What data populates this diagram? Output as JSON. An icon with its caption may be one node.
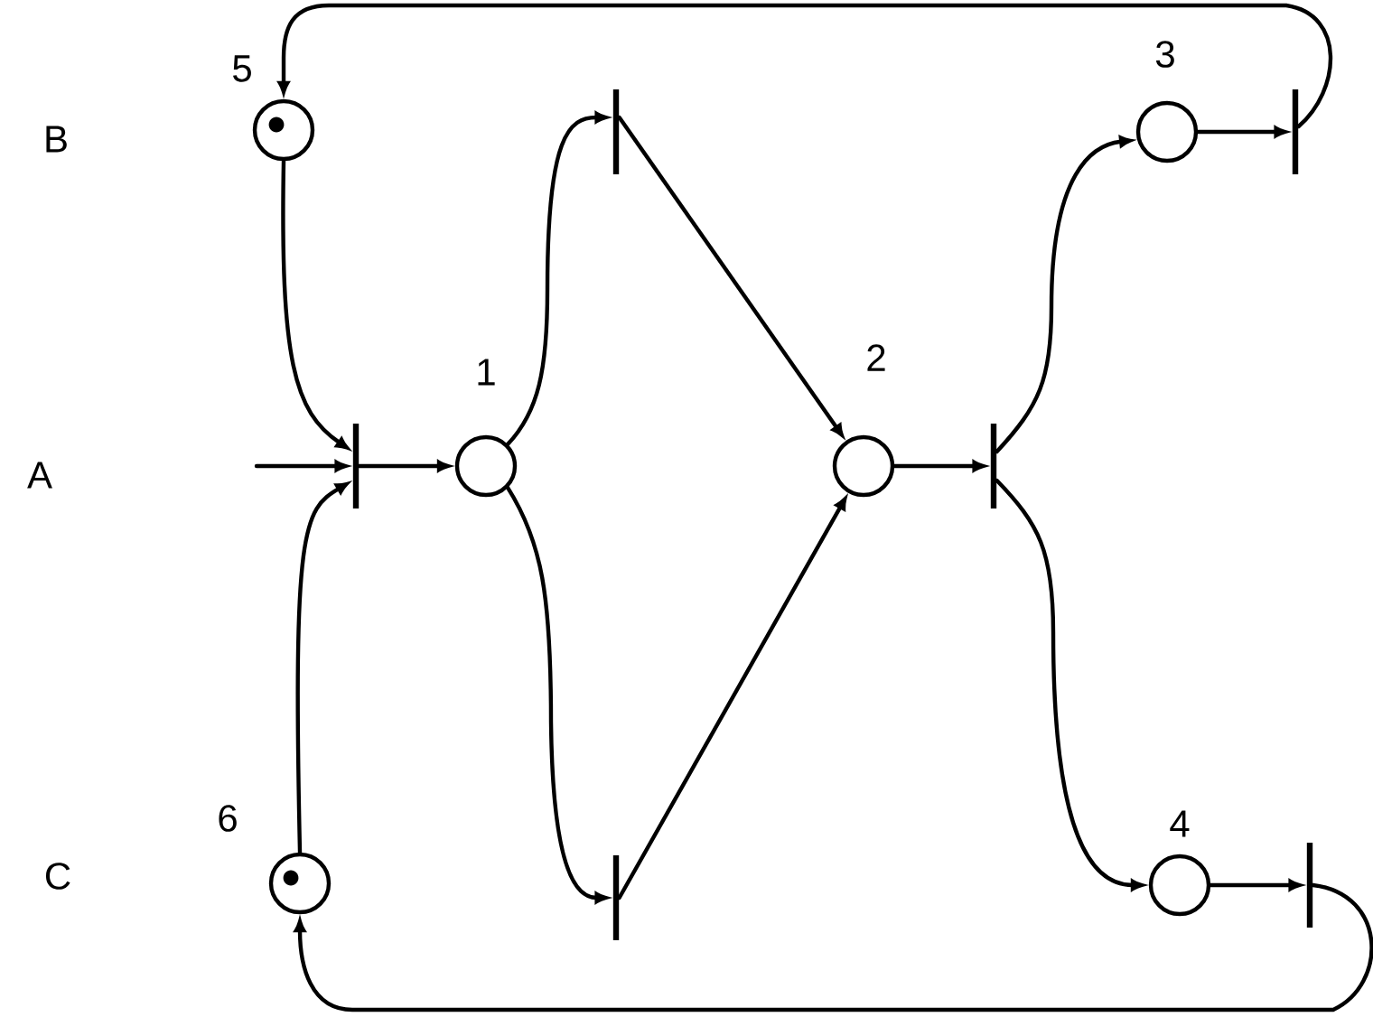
{
  "diagram": {
    "nodes": [
      {
        "text": [],
        "shape": "circle",
        "beside": [
          "5"
        ]
      },
      {
        "text": [],
        "shape": "circle",
        "beside": [
          "6"
        ]
      },
      {
        "text": [],
        "shape": "bar"
      },
      {
        "text": [],
        "shape": "circle",
        "beside": [
          "1"
        ]
      },
      {
        "text": [],
        "shape": "bar"
      },
      {
        "text": [],
        "shape": "bar"
      },
      {
        "text": [],
        "shape": "circle",
        "beside": [
          "2"
        ]
      },
      {
        "text": [],
        "shape": "bar"
      },
      {
        "text": [],
        "shape": "circle",
        "beside": [
          "3"
        ]
      },
      {
        "text": [],
        "shape": "circle",
        "beside": [
          "4"
        ]
      },
      {
        "text": [],
        "shape": "bar"
      },
      {
        "text": [],
        "shape": "bar"
      }
    ],
    "edges": [
      {
        "from": null,
        "to": 2,
        "arrow": "to"
      },
      {
        "from": 0,
        "to": 2,
        "arrow": "to"
      },
      {
        "from": 1,
        "to": 2,
        "arrow": "to"
      },
      {
        "from": 2,
        "to": 3,
        "arrow": "to"
      },
      {
        "from": 3,
        "to": 4,
        "arrow": "to"
      },
      {
        "from": 3,
        "to": 5,
        "arrow": "to"
      },
      {
        "from": 4,
        "to": 6,
        "arrow": "to"
      },
      {
        "from": 5,
        "to": 6,
        "arrow": "to"
      },
      {
        "from": 6,
        "to": 7,
        "arrow": "to"
      },
      {
        "from": 7,
        "to": 8,
        "arrow": "to"
      },
      {
        "from": 7,
        "to": 9,
        "arrow": "to"
      },
      {
        "from": 8,
        "to": 10,
        "arrow": "to"
      },
      {
        "from": 9,
        "to": 11,
        "arrow": "to"
      },
      {
        "from": 10,
        "to": 0,
        "arrow": "to"
      },
      {
        "from": 11,
        "to": 1,
        "arrow": "to"
      }
    ],
    "labels": [
      "B",
      "A",
      "C"
    ]
  }
}
